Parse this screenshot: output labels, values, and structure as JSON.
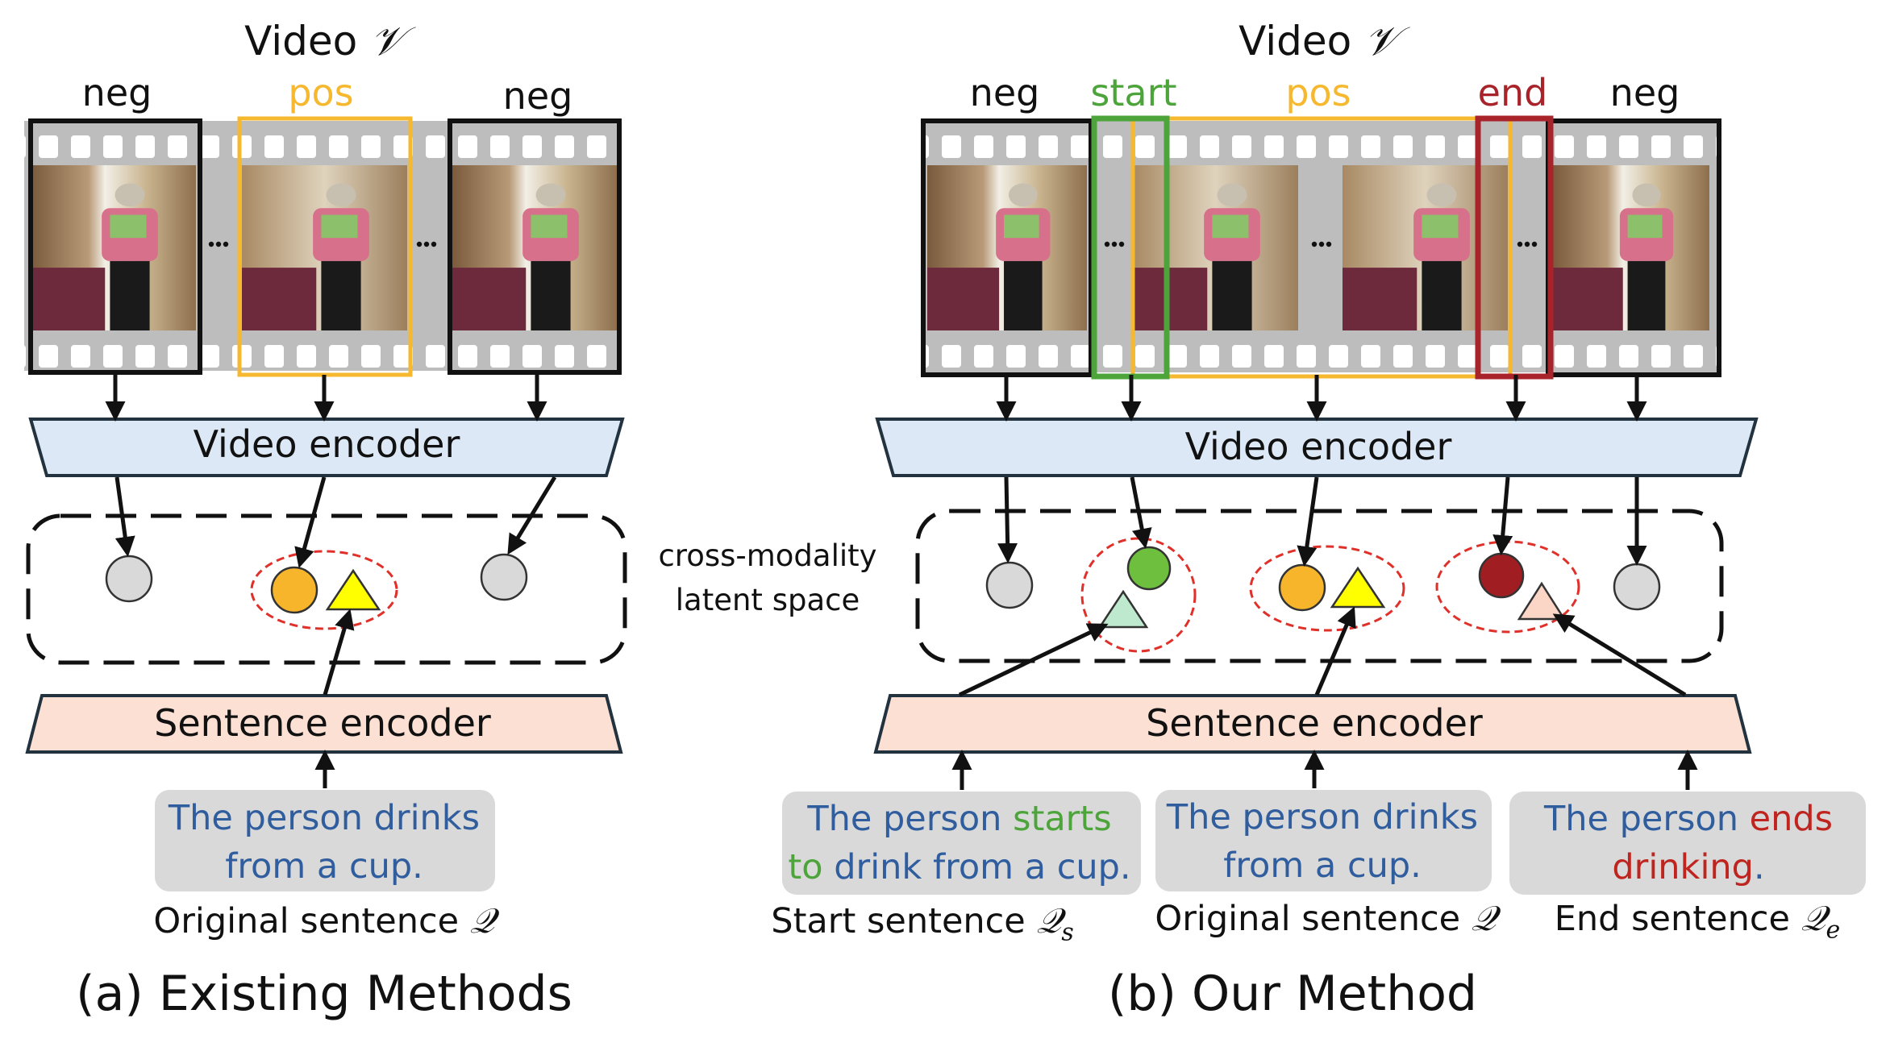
{
  "colors": {
    "neg": "#111111",
    "pos": "#f5b82e",
    "start": "#4ca43b",
    "end": "#a8242a",
    "encoder_video": "#dce8f5",
    "encoder_sentence": "#fbe0d3",
    "sentence_box": "#d9d9d9",
    "sentence_text": "#2f5d9e",
    "emb_neg": "#d9d9d9",
    "emb_pos": "#f7b52c",
    "emb_start": "#6fbf3e",
    "emb_end": "#a01e22",
    "tri_pos": "#ffff00",
    "tri_start": "#bfe9cf",
    "tri_end": "#fbd6c6",
    "ellipse": "#e0302a"
  },
  "left": {
    "video_title": "Video",
    "video_symbol": "𝒱",
    "frame_labels": [
      "neg",
      "pos",
      "neg"
    ],
    "video_encoder": "Video encoder",
    "sentence_encoder": "Sentence encoder",
    "sentence_line1": "The person drinks",
    "sentence_line2": "from a cup.",
    "sentence_name": "Original sentence",
    "sentence_symbol": "𝒬",
    "caption": "(a) Existing Methods"
  },
  "middle": {
    "latent_line1": "cross-modality",
    "latent_line2": "latent space"
  },
  "right": {
    "video_title": "Video",
    "video_symbol": "𝒱",
    "frame_labels": [
      "neg",
      "start",
      "pos",
      "end",
      "neg"
    ],
    "video_encoder": "Video encoder",
    "sentence_encoder": "Sentence encoder",
    "start_sentence": {
      "a": "The person ",
      "b": "starts",
      "c": "to",
      "d": " drink from a cup."
    },
    "orig_sentence_line1": "The person drinks",
    "orig_sentence_line2": "from a cup.",
    "end_sentence": {
      "a": "The person ",
      "b": "ends",
      "c": "drinking",
      "d": "."
    },
    "start_name": "Start sentence",
    "start_symbol": "𝒬",
    "start_sub": "s",
    "orig_name": "Original sentence",
    "orig_symbol": "𝒬",
    "end_name": "End sentence",
    "end_symbol": "𝒬",
    "end_sub": "e",
    "caption": "(b) Our Method"
  }
}
